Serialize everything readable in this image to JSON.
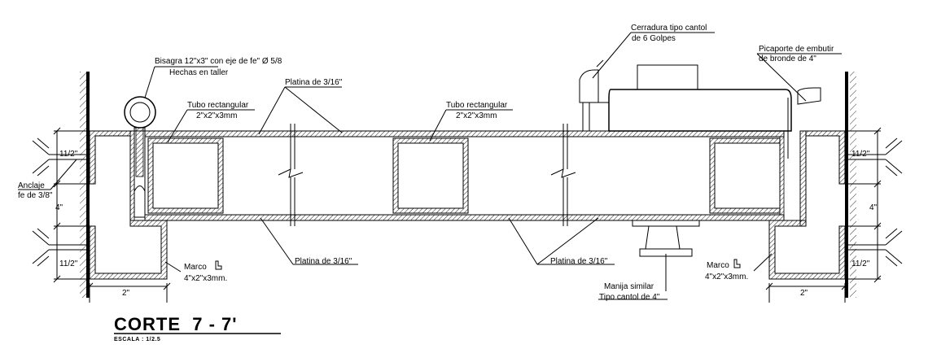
{
  "title": "CORTE  7 - 7'",
  "scale_label": "ESCALA : 1/2.5",
  "labels": {
    "bisagra_line1": "Bisagra 12\"x3\" con eje de fe\" Ø 5/8",
    "bisagra_line2": "Hechas en taller",
    "platina_top": "Platina de 3/16\"",
    "tubo_left_line1": "Tubo rectangular",
    "tubo_left_line2": "2\"x2\"x3mm",
    "tubo_mid_line1": "Tubo rectangular",
    "tubo_mid_line2": "2\"x2\"x3mm",
    "cerradura_line1": "Cerradura tipo cantol",
    "cerradura_line2": "de 6 Golpes",
    "picaporte_line1": "Picaporte de embutir",
    "picaporte_line2": "de bronde de 4\"",
    "anclaje_line1": "Anclaje",
    "anclaje_line2": "fe de 3/8\"",
    "platina_bottom_left": "Platina de 3/16\"",
    "platina_bottom_right": "Platina de 3/16\"",
    "marco_left_line1": "Marco",
    "marco_left_line2": "4\"x2\"x3mm.",
    "marco_right_line1": "Marco",
    "marco_right_line2": "4\"x2\"x3mm.",
    "manija_line1": "Manija similar",
    "manija_line2": "Tipo cantol de 4\""
  },
  "dimensions": {
    "left_top": "11/2\"",
    "left_mid": "4\"",
    "left_bottom": "11/2\"",
    "left_width": "2\"",
    "right_top": "11/2\"",
    "right_mid": "4\"",
    "right_bottom": "11/2\"",
    "right_width": "2\""
  }
}
